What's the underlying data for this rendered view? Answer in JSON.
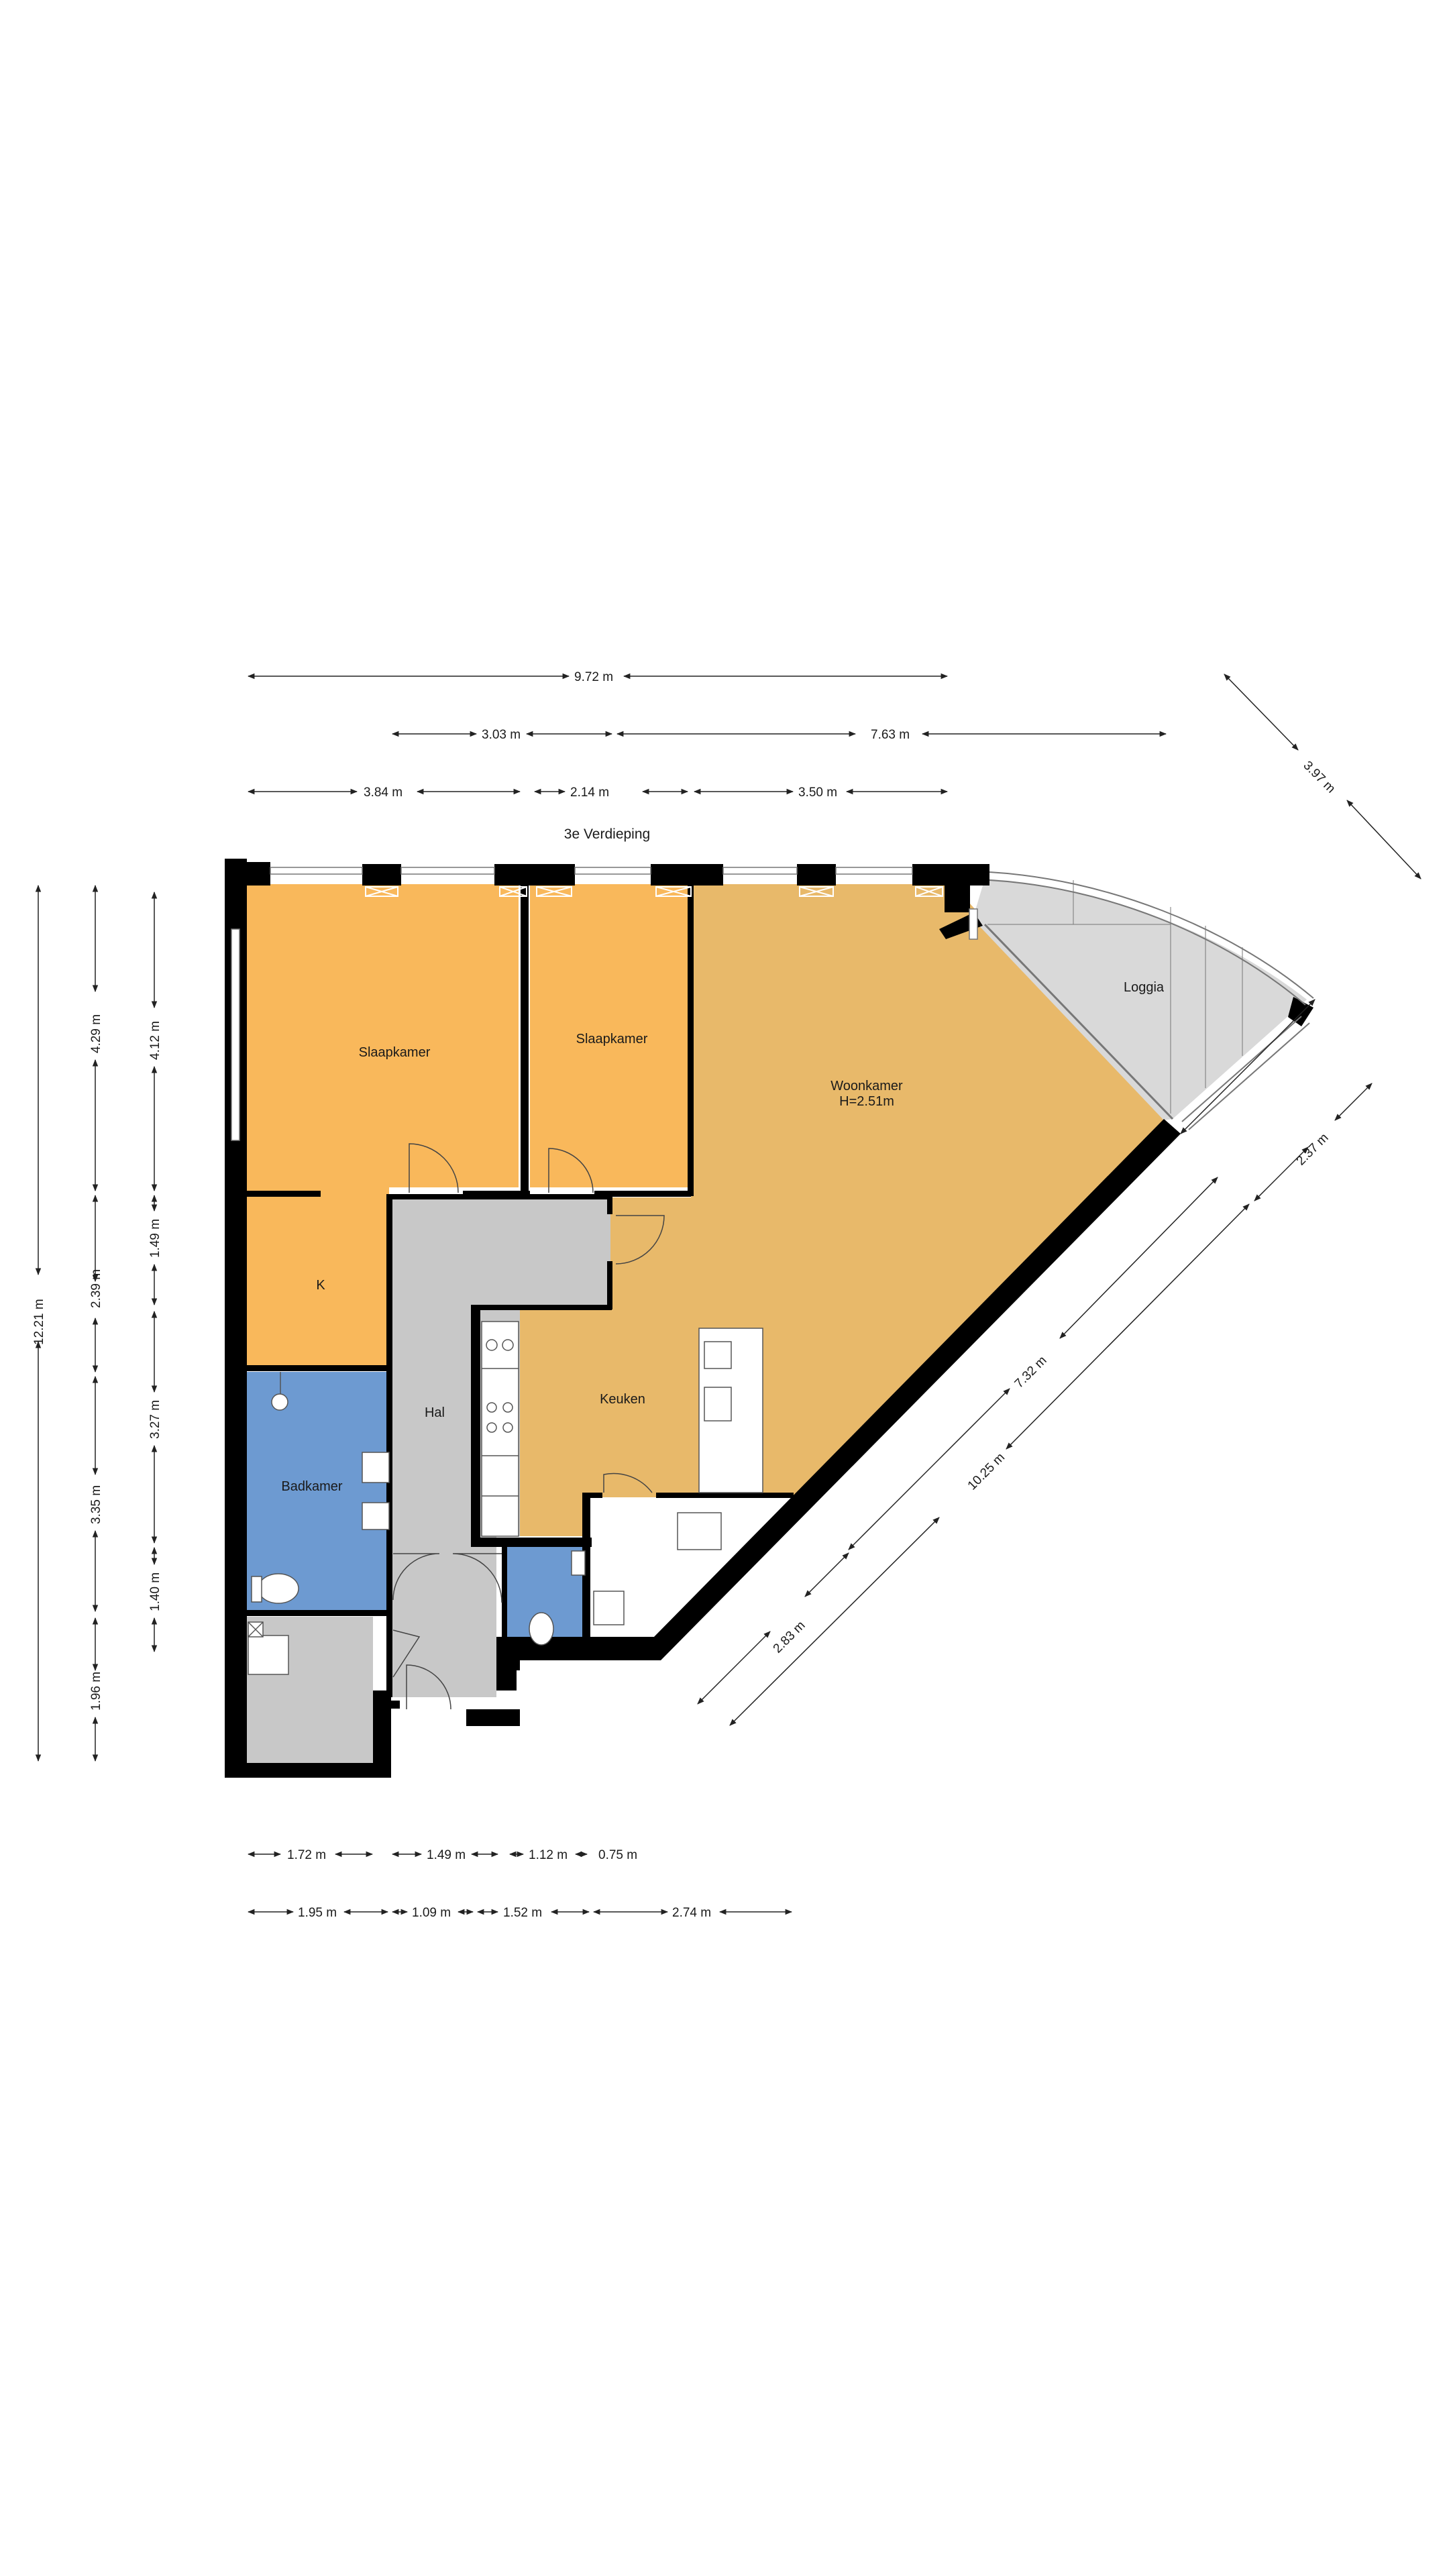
{
  "floor_label": "3e Verdieping",
  "rooms": {
    "slaapkamer_1": "Slaapkamer",
    "slaapkamer_2": "Slaapkamer",
    "woonkamer": "Woonkamer",
    "woonkamer_height": "H=2.51m",
    "loggia": "Loggia",
    "k": "K",
    "hal": "Hal",
    "keuken": "Keuken",
    "badkamer": "Badkamer"
  },
  "dimensions": {
    "top_total": "9.72 m",
    "top_mid_a": "3.03 m",
    "top_mid_b": "7.63 m",
    "top_row_a": "3.84 m",
    "top_row_b": "2.14 m",
    "top_row_c": "3.50 m",
    "diag_top_right": "3.97 m",
    "left_total": "12.21 m",
    "left_mid_a": "4.29 m",
    "left_mid_b": "2.39 m",
    "left_mid_c": "3.35 m",
    "left_mid_d": "1.96 m",
    "left_in_a": "4.12 m",
    "left_in_b": "1.49 m",
    "left_in_c": "3.27 m",
    "left_in_d": "1.40 m",
    "diag_a": "2.37 m",
    "diag_b": "7.32 m",
    "diag_c": "10.25 m",
    "diag_d": "2.83 m",
    "bottom_a1": "1.72 m",
    "bottom_a2": "1.49 m",
    "bottom_a3": "1.12 m",
    "bottom_a4": "0.75 m",
    "bottom_b1": "1.95 m",
    "bottom_b2": "1.09 m",
    "bottom_b3": "1.52 m",
    "bottom_b4": "2.74 m"
  },
  "colors": {
    "bedroom": "#f9b85b",
    "living": "#e8b96a",
    "hall": "#c8c8c8",
    "bath": "#6d9ad1",
    "loggia": "#d9d9d9",
    "wall": "#000000"
  }
}
